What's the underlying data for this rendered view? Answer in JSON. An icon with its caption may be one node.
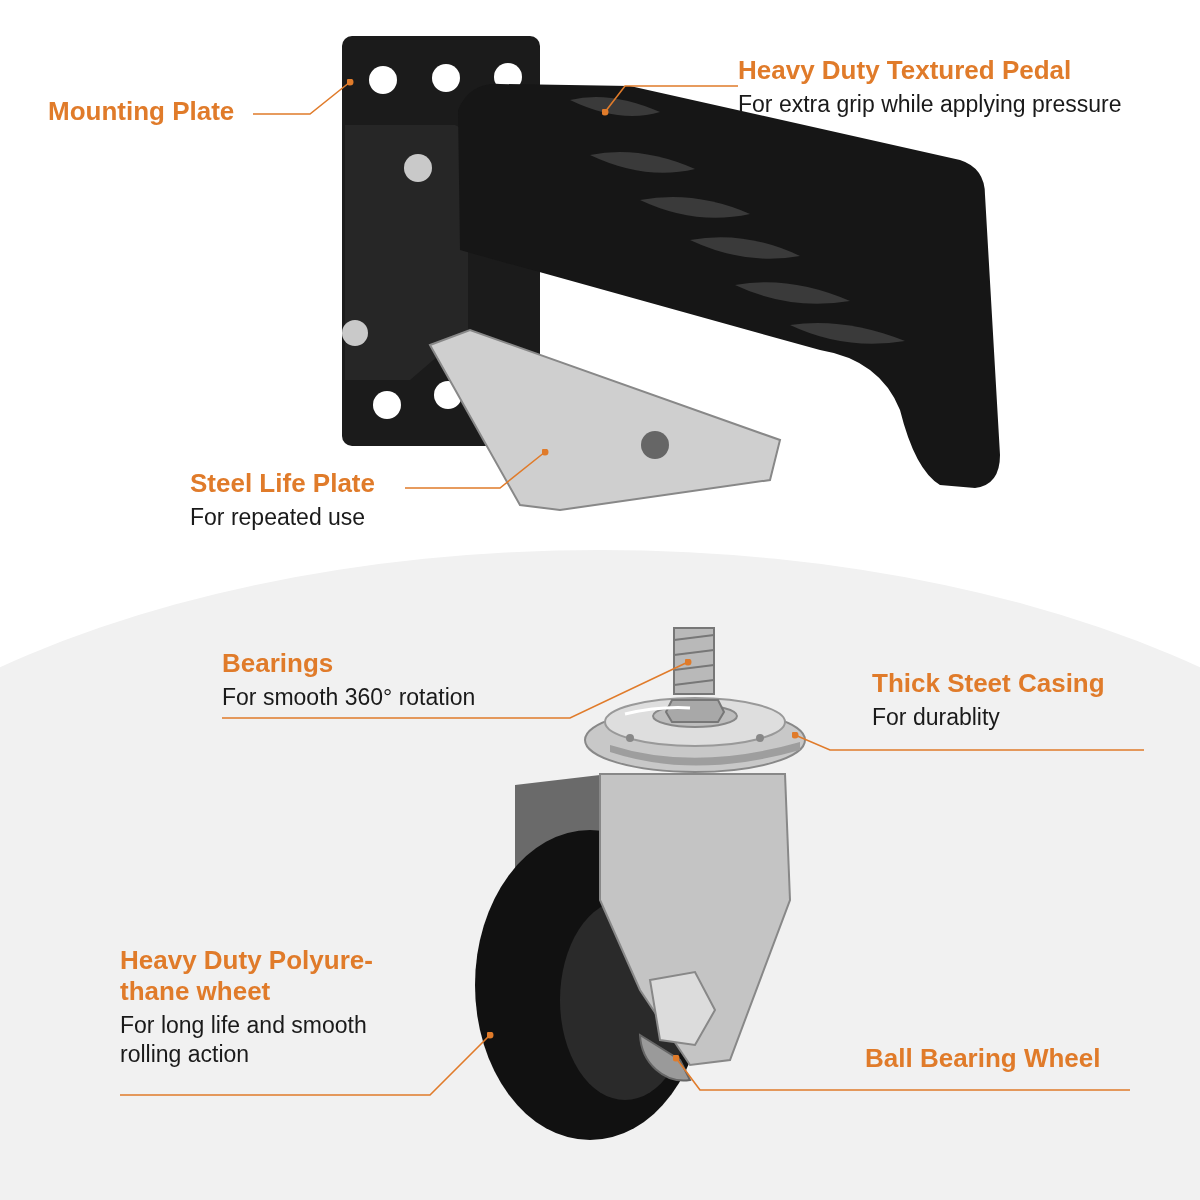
{
  "diagram": {
    "nodes": [
      {
        "text": [
          "Mounting Plate"
        ]
      },
      {
        "text": [
          "Heavy Duty Textured Pedal",
          "For extra grip while applying pressure"
        ]
      },
      {
        "text": [
          "Steel Life Plate",
          "For repeated use"
        ]
      },
      {
        "text": [
          "Bearings",
          "For  smooth 360° rotation"
        ]
      },
      {
        "text": [
          "Thick Steet Casing",
          "For durablity"
        ]
      },
      {
        "text": [
          "Heavy Duty Polyure- thane wheet",
          "For long life and smooth rolling action"
        ]
      },
      {
        "text": [
          "Ball Bearing Wheel"
        ]
      },
      {
        "text": [],
        "shape": "picture"
      },
      {
        "text": [],
        "shape": "picture"
      },
      {
        "text": [],
        "shape": "picture"
      },
      {
        "text": [],
        "shape": "picture"
      },
      {
        "text": [],
        "shape": "picture"
      },
      {
        "text": [],
        "shape": "picture"
      },
      {
        "text": [],
        "shape": "picture",
        "in": 12
      }
    ],
    "edges": [
      {
        "from": 0,
        "to": 7,
        "arrow": "other"
      },
      {
        "from": 1,
        "to": 8,
        "arrow": "other"
      },
      {
        "from": 2,
        "to": 9,
        "arrow": "other"
      },
      {
        "from": 3,
        "to": 10,
        "arrow": "other"
      },
      {
        "from": 4,
        "to": 11,
        "arrow": "other"
      },
      {
        "from": 5,
        "to": 12,
        "arrow": "other"
      },
      {
        "from": 6,
        "to": 13,
        "arrow": "other"
      }
    ]
  }
}
